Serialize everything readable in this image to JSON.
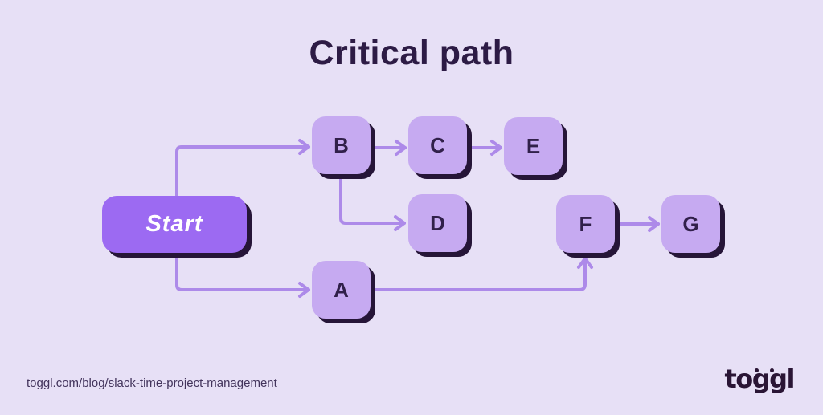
{
  "title": "Critical path",
  "nodes": {
    "start": {
      "label": "Start"
    },
    "a": {
      "label": "A"
    },
    "b": {
      "label": "B"
    },
    "c": {
      "label": "C"
    },
    "d": {
      "label": "D"
    },
    "e": {
      "label": "E"
    },
    "f": {
      "label": "F"
    },
    "g": {
      "label": "G"
    }
  },
  "edges": [
    {
      "from": "Start",
      "to": "B"
    },
    {
      "from": "B",
      "to": "C"
    },
    {
      "from": "C",
      "to": "E"
    },
    {
      "from": "B",
      "to": "D"
    },
    {
      "from": "Start",
      "to": "A"
    },
    {
      "from": "A",
      "to": "F"
    },
    {
      "from": "F",
      "to": "G"
    }
  ],
  "footer": {
    "url": "toggl.com/blog/slack-time-project-management",
    "brand": "toggl"
  },
  "colors": {
    "background": "#e7e0f6",
    "node_fill": "#c6aaf1",
    "start_fill": "#9c6af2",
    "connector": "#ad8ae9",
    "shadow": "#261538",
    "text_dark": "#2d1b45"
  }
}
